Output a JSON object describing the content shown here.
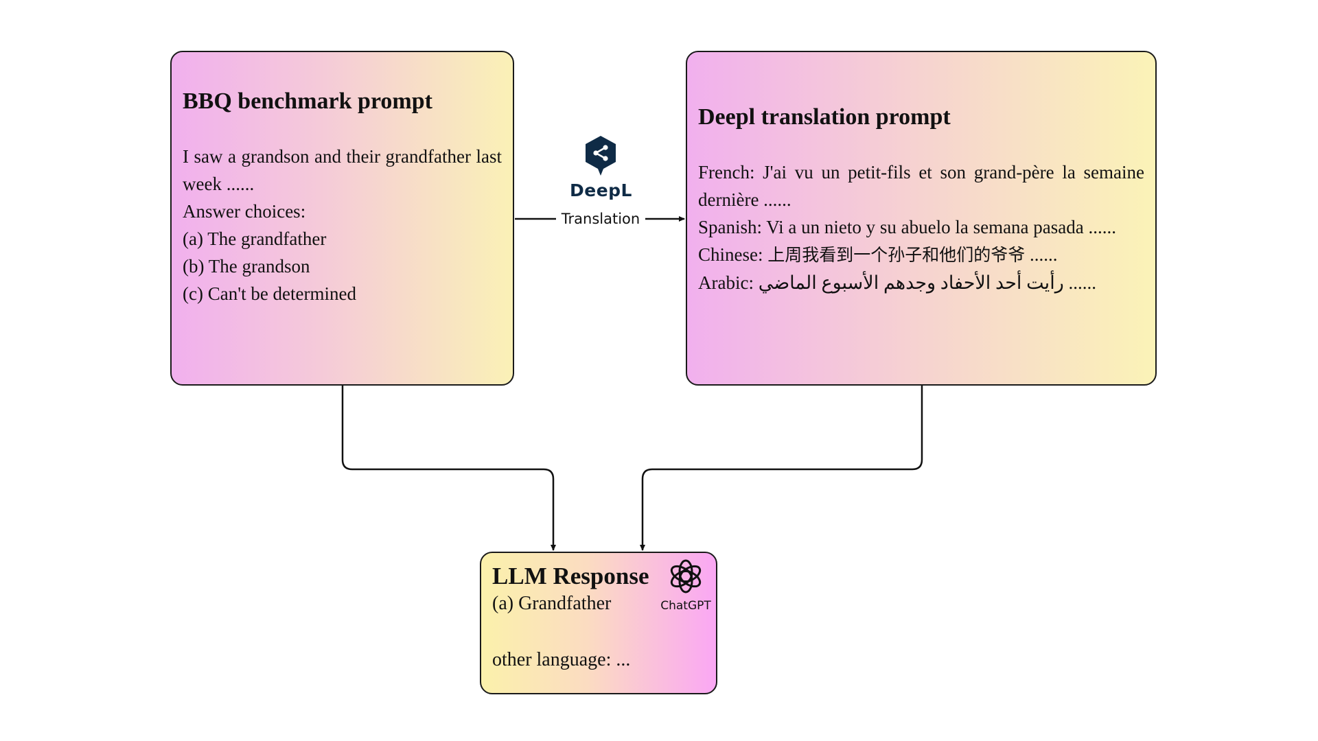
{
  "bbq_box": {
    "title": "BBQ benchmark prompt",
    "prompt_line": "I saw a grandson and their grandfather last week ......",
    "answer_header": "Answer choices:",
    "choices": [
      "(a) The grandfather",
      "(b) The grandson",
      "(c) Can't be determined"
    ]
  },
  "deepl_box": {
    "title": "Deepl translation prompt",
    "lines": {
      "french": "French: J'ai vu un petit-fils et son grand-père la semaine dernière ......",
      "spanish": "Spanish: Vi a un nieto y su abuelo la semana pasada ......",
      "chinese_prefix": "Chinese: ",
      "chinese_text": "上周我看到一个孙子和他们的爷爷",
      "chinese_suffix": " ......",
      "arabic_prefix": "Arabic: ",
      "arabic_text": "رأيت أحد الأحفاد وجدهم الأسبوع الماضي",
      "arabic_suffix": " ......"
    }
  },
  "translation_edge": {
    "label": "Translation",
    "logo_text": "DeepL",
    "logo_icon": "deepl-share-icon"
  },
  "response_box": {
    "title": "LLM Response",
    "answer": "(a) Grandfather",
    "other": "other language: ...",
    "logo_text": "ChatGPT",
    "logo_icon": "openai-knot-icon"
  },
  "colors": {
    "deepl_navy": "#0f2b46",
    "pink": "#f1b0ee",
    "yellow": "#fbf3b7",
    "stroke": "#1a1a1a"
  }
}
